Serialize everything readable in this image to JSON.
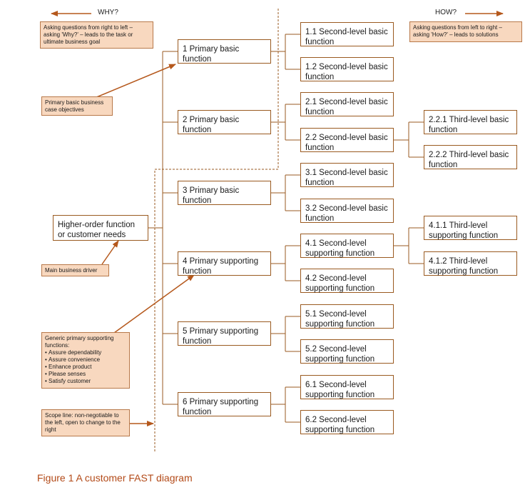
{
  "headers": {
    "why": "WHY?",
    "how": "HOW?"
  },
  "notes": {
    "why": "Asking questions from right to left – asking 'Why?' – leads to the task or ultimate business goal",
    "how": "Asking questions from left to right – asking 'How?' – leads to solutions",
    "primary_objectives": "Primary basic business case objectives",
    "main_driver": "Main business driver",
    "generic_title": "Generic primary supporting functions:",
    "generic_items": [
      "Assure dependability",
      "Assure convenience",
      "Enhance product",
      "Please senses",
      "Satisfy customer"
    ],
    "scope": "Scope line: non-negotiable to the left, open to change to the right"
  },
  "nodes": {
    "root": "Higher-order function or customer needs",
    "p1": "1 Primary basic function",
    "p2": "2 Primary basic function",
    "p3": "3 Primary basic function",
    "p4": "4 Primary supporting function",
    "p5": "5 Primary supporting function",
    "p6": "6 Primary supporting function",
    "s11": "1.1 Second-level basic function",
    "s12": "1.2 Second-level basic function",
    "s21": "2.1 Second-level basic function",
    "s22": "2.2 Second-level basic function",
    "s31": "3.1 Second-level basic function",
    "s32": "3.2 Second-level basic function",
    "s41": "4.1 Second-level supporting function",
    "s42": "4.2 Second-level supporting function",
    "s51": "5.1 Second-level supporting function",
    "s52": "5.2 Second-level supporting function",
    "s61": "6.1 Second-level supporting function",
    "s62": "6.2 Second-level supporting function",
    "t221": "2.2.1 Third-level basic function",
    "t222": "2.2.2 Third-level basic function",
    "t411": "4.1.1 Third-level supporting function",
    "t412": "4.1.2 Third-level supporting function"
  },
  "caption": "Figure 1  A customer FAST diagram",
  "colors": {
    "line": "#9a5a20",
    "arrow": "#b5581c",
    "note_fill": "#f8d8bf",
    "caption": "#b34a18"
  }
}
